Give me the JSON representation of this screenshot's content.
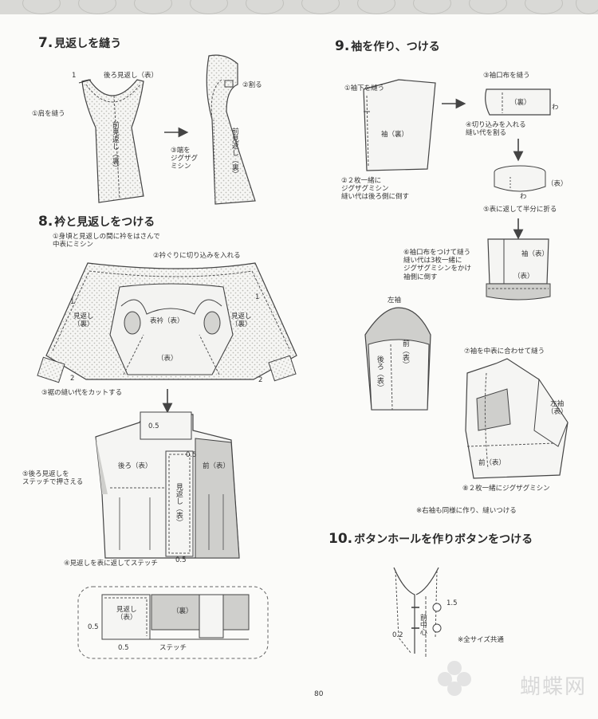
{
  "page_number": "80",
  "watermark": "蝴蝶网",
  "colors": {
    "fabric": "#f4f4f2",
    "dots": "#c9c9c4",
    "shade": "#cfcfcc",
    "line": "#444444",
    "stitch": "#555555"
  },
  "step7": {
    "num": "7.",
    "title": "見返しを縫う",
    "label_back_facing": "後ろ見返し（表）",
    "label_sew_shoulder": "①肩を縫う",
    "label_split": "②割る",
    "label_zigzag": "③端を\nジグザグ\nミシン",
    "front_facing_a": "前見返し（裏）",
    "front_facing_b": "前見返し（裏）",
    "mark1": "1"
  },
  "step8": {
    "num": "8.",
    "title": "衿と見返しをつける",
    "label_step1": "①身頃と見返しの間に衿をはさんで\n中表にミシン",
    "label_step2": "②衿ぐりに切り込みを入れる",
    "label_step3": "③裾の縫い代をカットする",
    "facing_left": "見返し\n（裏）",
    "facing_right": "見返し\n（裏）",
    "collar_front": "表衿（表）",
    "body_front": "（表）",
    "label_step5": "⑤後ろ見返しを\nステッチで押さえる",
    "back_front": "後ろ（表）",
    "front_front": "前（表）",
    "facing_front": "見返し（表）",
    "label_step4": "④見返しを表に返してステッチ",
    "detail_facing": "見返し\n（表）",
    "detail_wrong": "（裏）",
    "detail_stitch": "ステッチ",
    "m_1": "1",
    "m_2": "2",
    "m_05": "0.5"
  },
  "step9": {
    "num": "9.",
    "title": "袖を作り、つける",
    "label_seam": "①袖下を縫う",
    "sleeve_wrong": "袖（裏）",
    "label_zigzag2": "②２枚一緒に\nジグザグミシン\n縫い代は後ろ側に倒す",
    "label_cuff_sew": "③袖口布を縫う",
    "cuff_right": "（裏）",
    "cuff_wa": "わ",
    "label_cut": "④切り込みを入れる\n縫い代を割る",
    "cuff_outside": "（表）",
    "label_fold": "⑤表に返して半分に折る",
    "label_attach_cuff": "⑥袖口布をつけて縫う\n縫い代は3枚一緒に\nジグザグミシンをかけ\n袖側に倒す",
    "sleeve_right": "袖（表）",
    "left_sleeve": "左袖",
    "back_label": "後ろ（表）",
    "front_label": "前（表）",
    "label_set_in": "⑦袖を中表に合わせて縫う",
    "left_sleeve_right": "左袖\n（表）",
    "front_right2": "前（表）",
    "label_zigzag3": "⑧２枚一緒にジグザグミシン",
    "note_right_sleeve": "※右袖も同様に作り、縫いつける"
  },
  "step10": {
    "num": "10.",
    "title": "ボタンホールを作りボタンをつける",
    "center_front": "前中心",
    "m_15": "1.5",
    "m_02": "0.2",
    "note_all_sizes": "※全サイズ共通"
  }
}
